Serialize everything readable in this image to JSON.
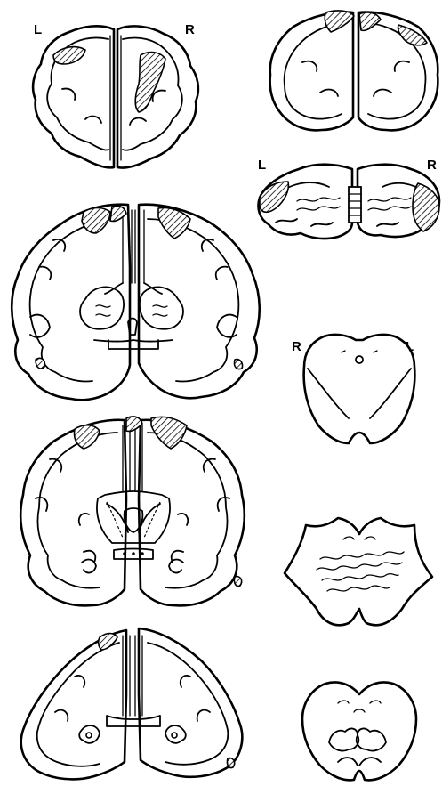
{
  "labels": {
    "panel1_left": "L",
    "panel1_right": "R",
    "panel2_left": "L",
    "panel2_right": "R",
    "brainstem_left": "R",
    "brainstem_right": "L"
  },
  "colors": {
    "ink": "#000000",
    "background": "#ffffff"
  }
}
